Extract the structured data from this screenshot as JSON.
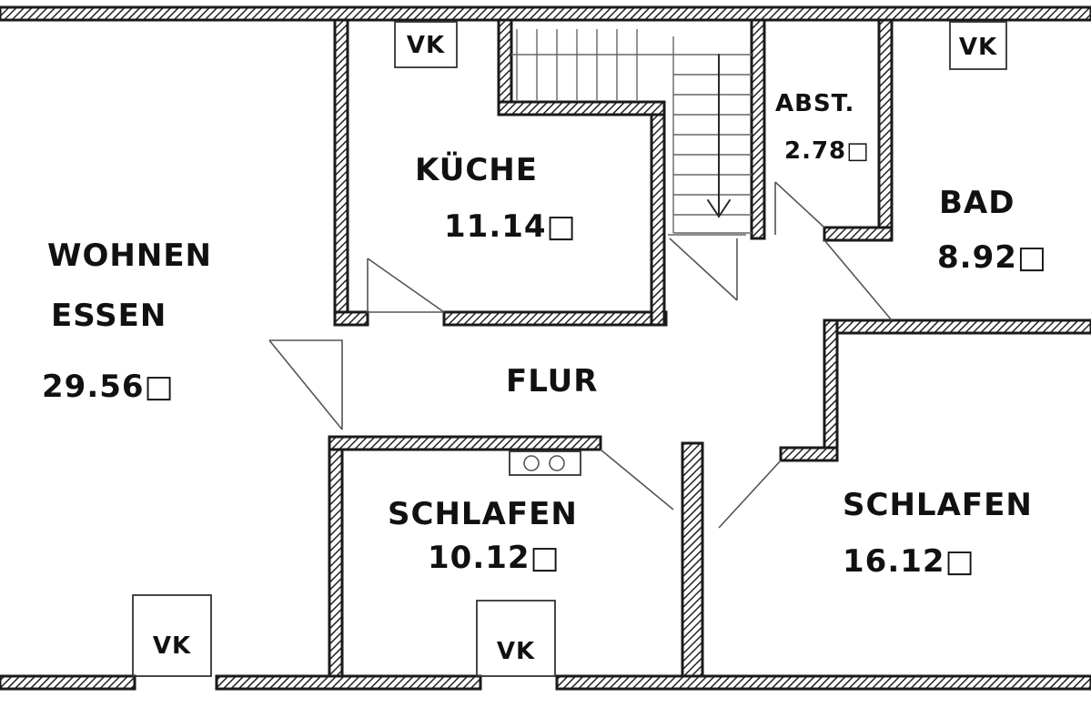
{
  "rooms": {
    "wohnen": {
      "name_line1": "WOHNEN",
      "name_line2": "ESSEN",
      "area": "29.56□"
    },
    "kueche": {
      "name": "KÜCHE",
      "area": "11.14□"
    },
    "abst": {
      "name": "ABST.",
      "area": "2.78□"
    },
    "bad": {
      "name": "BAD",
      "area": "8.92□"
    },
    "flur": {
      "name": "FLUR"
    },
    "schlafen_small": {
      "name": "SCHLAFEN",
      "area": "10.12□"
    },
    "schlafen_large": {
      "name": "SCHLAFEN",
      "area": "16.12□"
    }
  },
  "vk_labels": {
    "kueche": "VK",
    "bad": "VK",
    "wohnen": "VK",
    "schlafen_small": "VK"
  }
}
